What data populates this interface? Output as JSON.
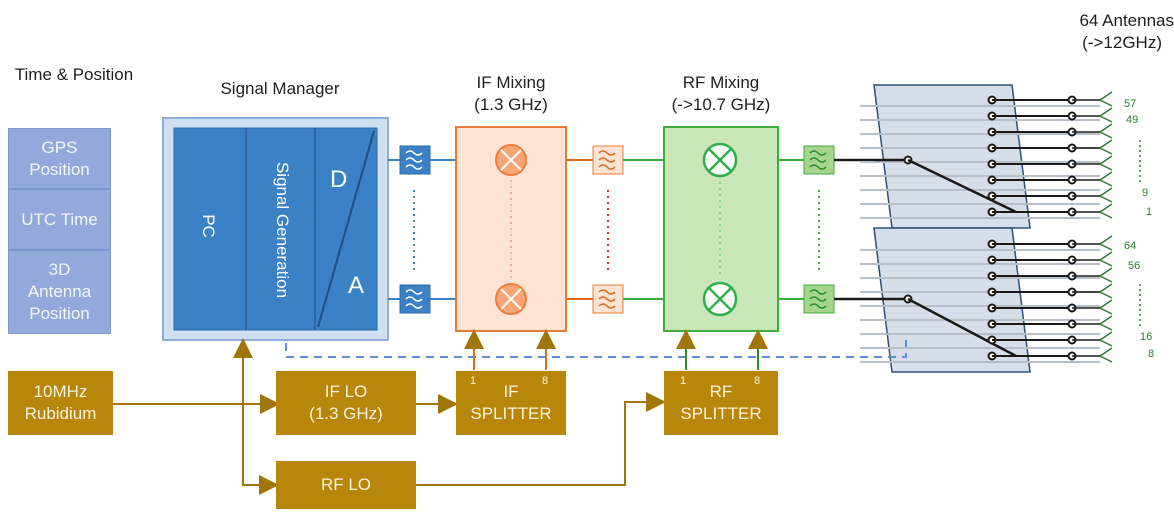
{
  "time_position": {
    "title": "Time & Position",
    "items": [
      "GPS Position",
      "UTC Time",
      "3D Antenna Position"
    ]
  },
  "signal_manager": {
    "title": "Signal Manager",
    "pc_label": "PC",
    "generation_label": "Signal Generation",
    "d_label": "D",
    "a_label": "A"
  },
  "if_mixing": {
    "title": "IF Mixing",
    "freq": "(1.3 GHz)"
  },
  "rf_mixing": {
    "title": "RF Mixing",
    "freq": "(->10.7 GHz)"
  },
  "antennas": {
    "title": "64 Antennas",
    "range": "(->12GHz)",
    "top_group_labels": [
      "57",
      "49",
      "9",
      "1"
    ],
    "bottom_group_labels": [
      "64",
      "56",
      "16",
      "8"
    ]
  },
  "rubidium": {
    "line1": "10MHz",
    "line2": "Rubidium"
  },
  "if_lo": {
    "line1": "IF LO",
    "line2": "(1.3 GHz)"
  },
  "if_splitter": {
    "label_top": "IF",
    "label_bottom": "SPLITTER",
    "port_first": "1",
    "port_last": "8"
  },
  "rf_splitter": {
    "label_top": "RF",
    "label_bottom": "SPLITTER",
    "port_first": "1",
    "port_last": "8"
  },
  "rf_lo": {
    "label": "RF LO"
  },
  "colors": {
    "time_box": "#93a9dc",
    "manager_outer": "#cfe0f3",
    "manager_inner": "#3b81c6",
    "if_fill": "#fde3d3",
    "if_stroke": "#e87b3a",
    "rf_fill": "#c9e6b8",
    "rf_stroke": "#3cae3c",
    "gold": "#b8860b",
    "antenna_panel": "#c7d3e2"
  }
}
